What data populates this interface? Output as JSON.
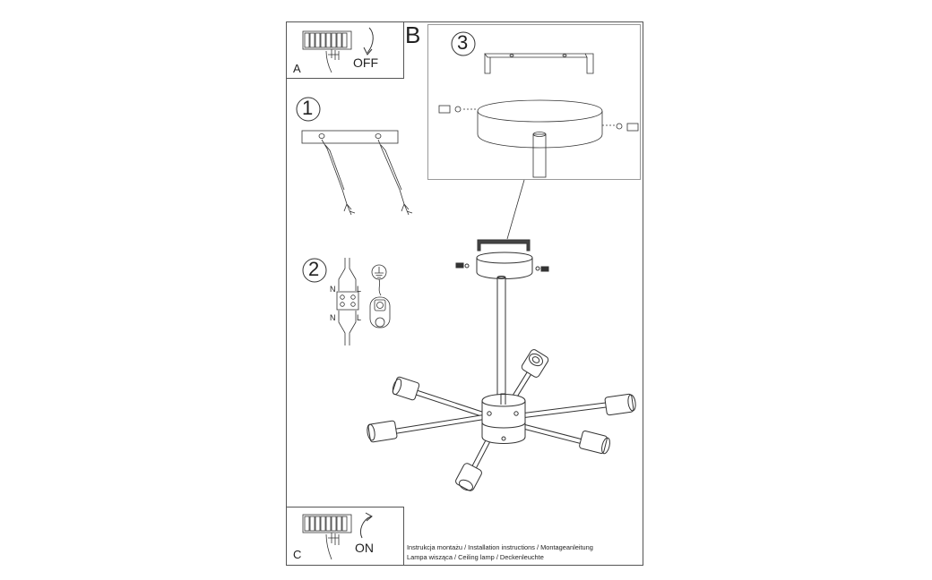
{
  "steps": {
    "a": {
      "letter": "A",
      "text": "OFF"
    },
    "b": {
      "letter": "B"
    },
    "c": {
      "letter": "C",
      "text": "ON"
    },
    "step1": "1",
    "step2": "2",
    "step3": "3"
  },
  "wiring": {
    "top_n": "N",
    "top_l": "L",
    "bottom_n": "N",
    "bottom_l": "L"
  },
  "caption": {
    "line1": "Instrukcja montażu / Installation instructions / Montageanleitung",
    "line2": "Lampa wisząca / Ceiling lamp / Deckenleuchte"
  }
}
